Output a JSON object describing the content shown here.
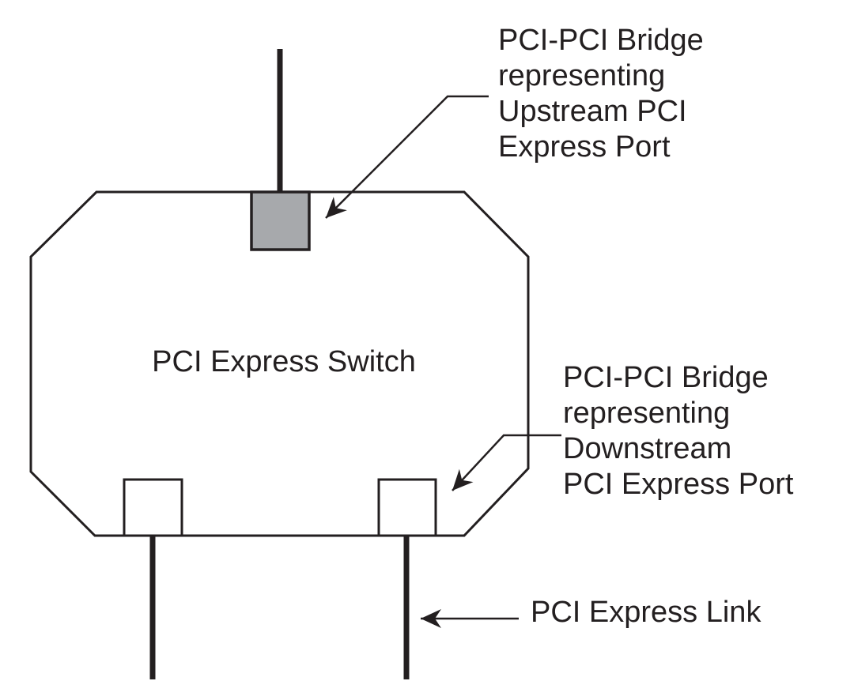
{
  "diagram": {
    "switch_label": "PCI Express Switch",
    "upstream_note": "PCI-PCI Bridge\nrepresenting\nUpstream PCI\nExpress Port",
    "downstream_note": "PCI-PCI Bridge\nrepresenting\nDownstream\nPCI Express Port",
    "link_label": "PCI Express Link",
    "colors": {
      "line": "#231f20",
      "upstream_bridge_fill": "#a7a9ac",
      "downstream_bridge_fill": "#ffffff",
      "background": "#ffffff"
    }
  }
}
